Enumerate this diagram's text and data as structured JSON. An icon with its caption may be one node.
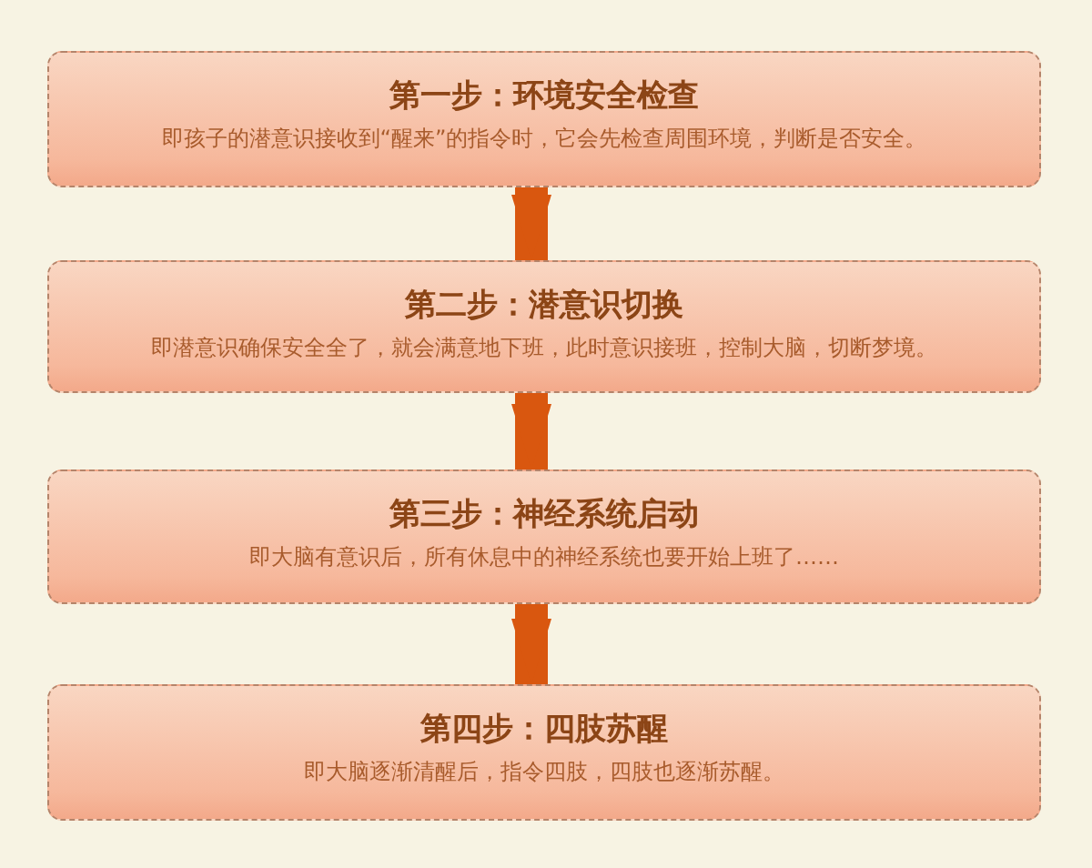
{
  "diagram": {
    "nodes": [
      {
        "text": [
          "第一步：环境安全检查",
          "即孩子的潜意识接收到“醒来”的指令时，它会先检查周围环境，判断是否安全。"
        ]
      },
      {
        "text": [
          "第二步：潜意识切换",
          "即潜意识确保安全全了，就会满意地下班，此时意识接班，控制大脑，切断梦境。"
        ]
      },
      {
        "text": [
          "第三步：神经系统启动",
          "即大脑有意识后，所有休息中的神经系统也要开始上班了……"
        ]
      },
      {
        "text": [
          "第四步：四肢苏醒",
          "即大脑逐渐清醒后，指令四肢，四肢也逐渐苏醒。"
        ]
      }
    ],
    "edges": [
      {
        "from": 0,
        "to": 1,
        "arrow": "to"
      },
      {
        "from": 1,
        "to": 2,
        "arrow": "to"
      },
      {
        "from": 2,
        "to": 3,
        "arrow": "to"
      }
    ]
  }
}
